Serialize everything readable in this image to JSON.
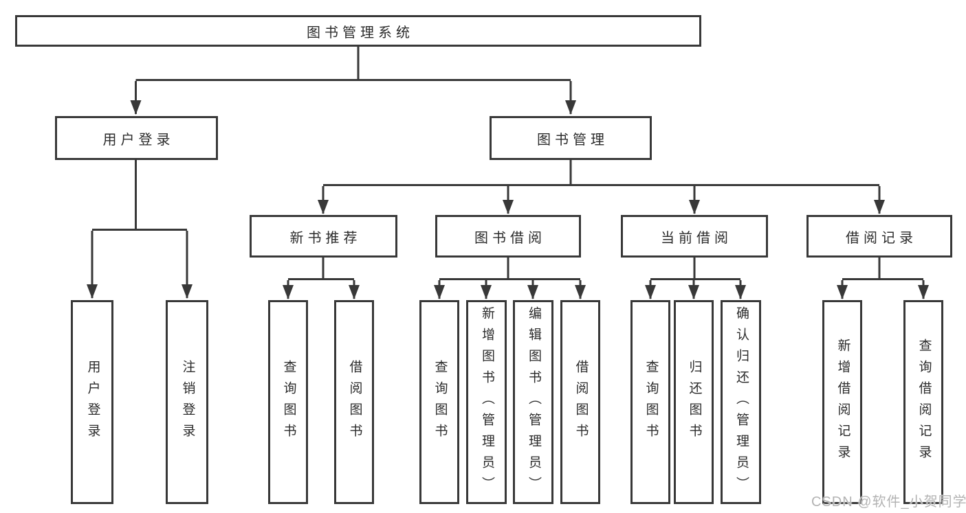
{
  "diagram": {
    "root": {
      "label": "图书管理系统"
    },
    "branches": [
      {
        "label": "用户登录",
        "leaves": [
          "用户登录",
          "注销登录"
        ]
      },
      {
        "label": "图书管理",
        "groups": [
          {
            "label": "新书推荐",
            "leaves": [
              "查询图书",
              "借阅图书"
            ]
          },
          {
            "label": "图书借阅",
            "leaves": [
              "查询图书",
              "新增图书（管理员）",
              "编辑图书（管理员）",
              "借阅图书"
            ]
          },
          {
            "label": "当前借阅",
            "leaves": [
              "查询图书",
              "归还图书",
              "确认归还（管理员）"
            ]
          },
          {
            "label": "借阅记录",
            "leaves": [
              "新增借阅记录",
              "查询借阅记录"
            ]
          }
        ]
      }
    ]
  },
  "watermark": "CSDN @软件_小贺同学",
  "colors": {
    "stroke": "#383838",
    "text": "#2b2b2b",
    "watermark": "#b3b3b3",
    "background": "#ffffff"
  }
}
